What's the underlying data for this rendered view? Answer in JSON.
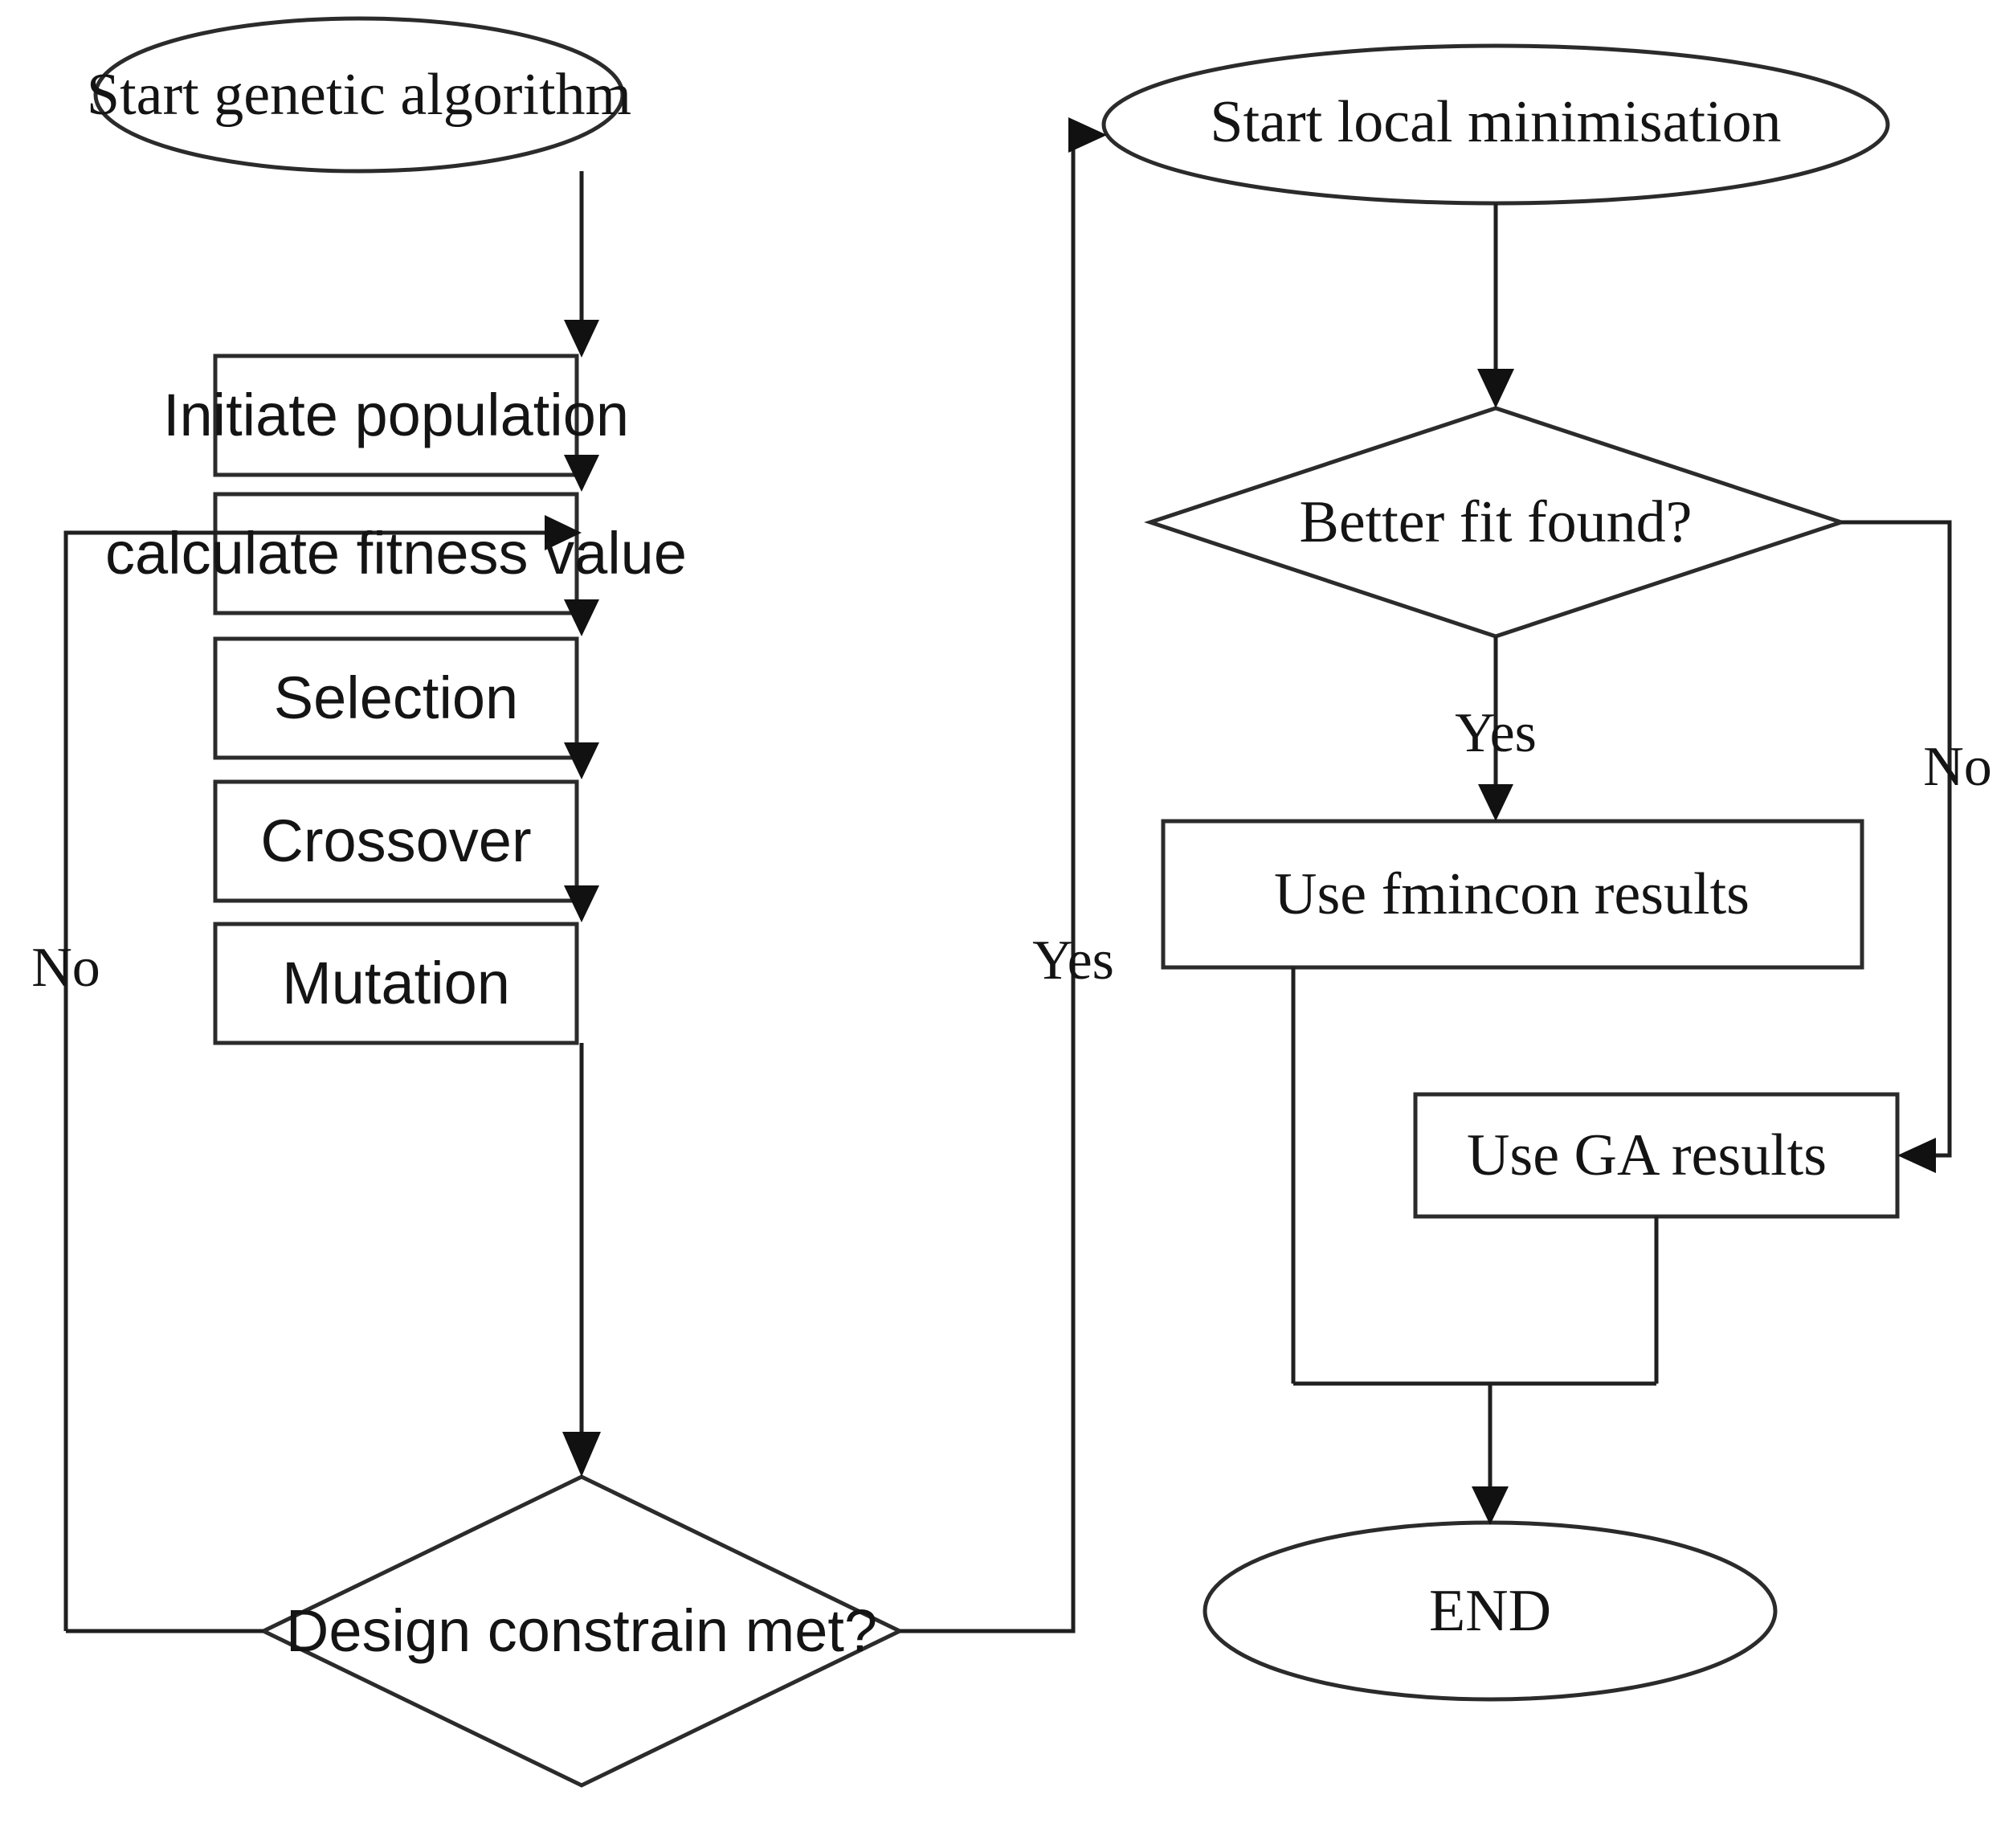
{
  "diagram": {
    "title": "Genetic algorithm with local minimisation flowchart",
    "colors": {
      "stroke": "#2b2b2b",
      "connector": "#1f1f1f",
      "text": "#141414",
      "background": "#ffffff"
    }
  },
  "nodes": {
    "start_ga": {
      "label": "Start genetic algorithm",
      "shape": "ellipse"
    },
    "initiate_population": {
      "label": "Initiate population",
      "shape": "process"
    },
    "calculate_fitness": {
      "label": "calculate fitness value",
      "shape": "process"
    },
    "selection": {
      "label": "Selection",
      "shape": "process"
    },
    "crossover": {
      "label": "Crossover",
      "shape": "process"
    },
    "mutation": {
      "label": "Mutation",
      "shape": "process"
    },
    "design_constraint": {
      "label": "Design constrain met?",
      "shape": "decision"
    },
    "start_local_min": {
      "label": "Start local minimisation",
      "shape": "ellipse"
    },
    "better_fit": {
      "label": "Better fit found?",
      "shape": "decision"
    },
    "use_fmincon": {
      "label": "Use fmincon results",
      "shape": "process"
    },
    "use_ga": {
      "label": "Use GA results",
      "shape": "process"
    },
    "end": {
      "label": "END",
      "shape": "ellipse"
    }
  },
  "edge_labels": {
    "constraint_no": "No",
    "constraint_yes": "Yes",
    "better_fit_yes": "Yes",
    "better_fit_no": "No"
  }
}
